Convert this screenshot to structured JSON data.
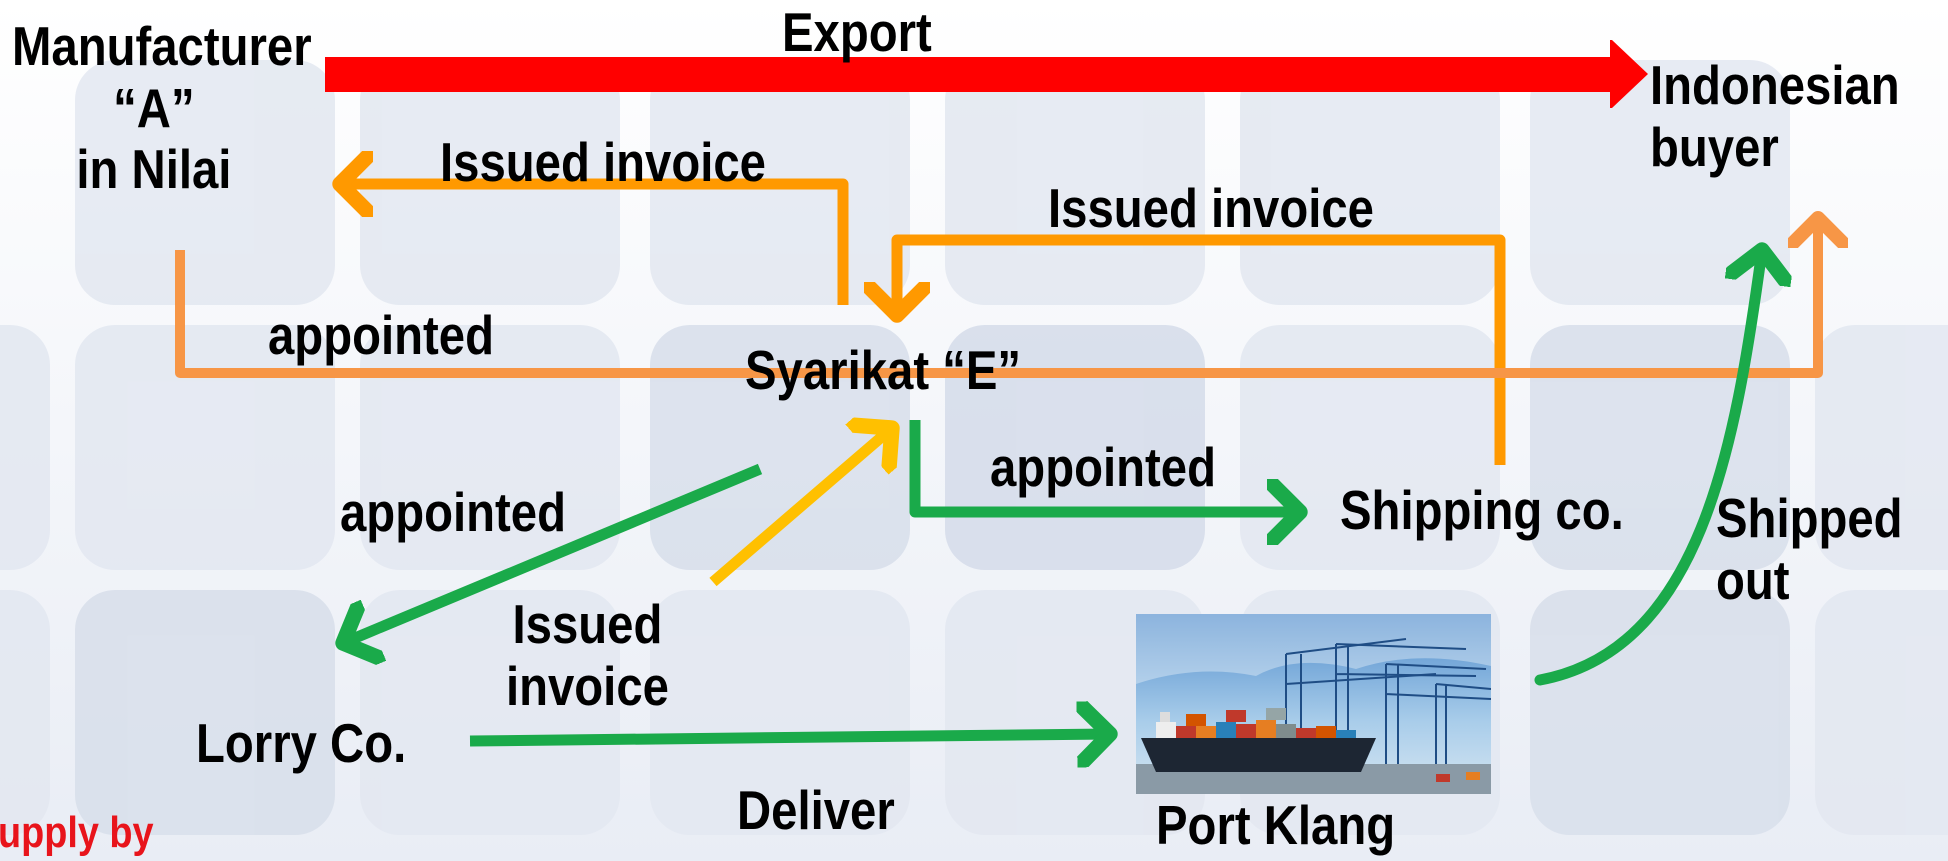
{
  "nodes": {
    "manufacturer": "Manufacturer\n“A”\nin Nilai",
    "indonesian_buyer": "Indonesian\nbuyer",
    "syarikat": "Syarikat “E”",
    "shipping_co": "Shipping co.",
    "lorry_co": "Lorry Co.",
    "port_klang": "Port Klang"
  },
  "edge_labels": {
    "export": "Export",
    "issued_invoice_1": "Issued invoice",
    "issued_invoice_2": "Issued invoice",
    "appointed_1": "appointed",
    "appointed_2": "appointed",
    "appointed_3": "appointed",
    "issued_invoice_3": "Issued\ninvoice",
    "shipped_out": "Shipped\nout",
    "deliver": "Deliver"
  },
  "footer_text": "upply by",
  "colors": {
    "export_arrow": "#ff0000",
    "invoice_arrow": "#ff9900",
    "appointed_line": "#f79646",
    "logistics_arrow": "#1aaa4a",
    "invoice_arrow_yellow": "#ffc000",
    "footer_text": "#e8141b"
  },
  "image": {
    "icon": "container-port-photo"
  }
}
